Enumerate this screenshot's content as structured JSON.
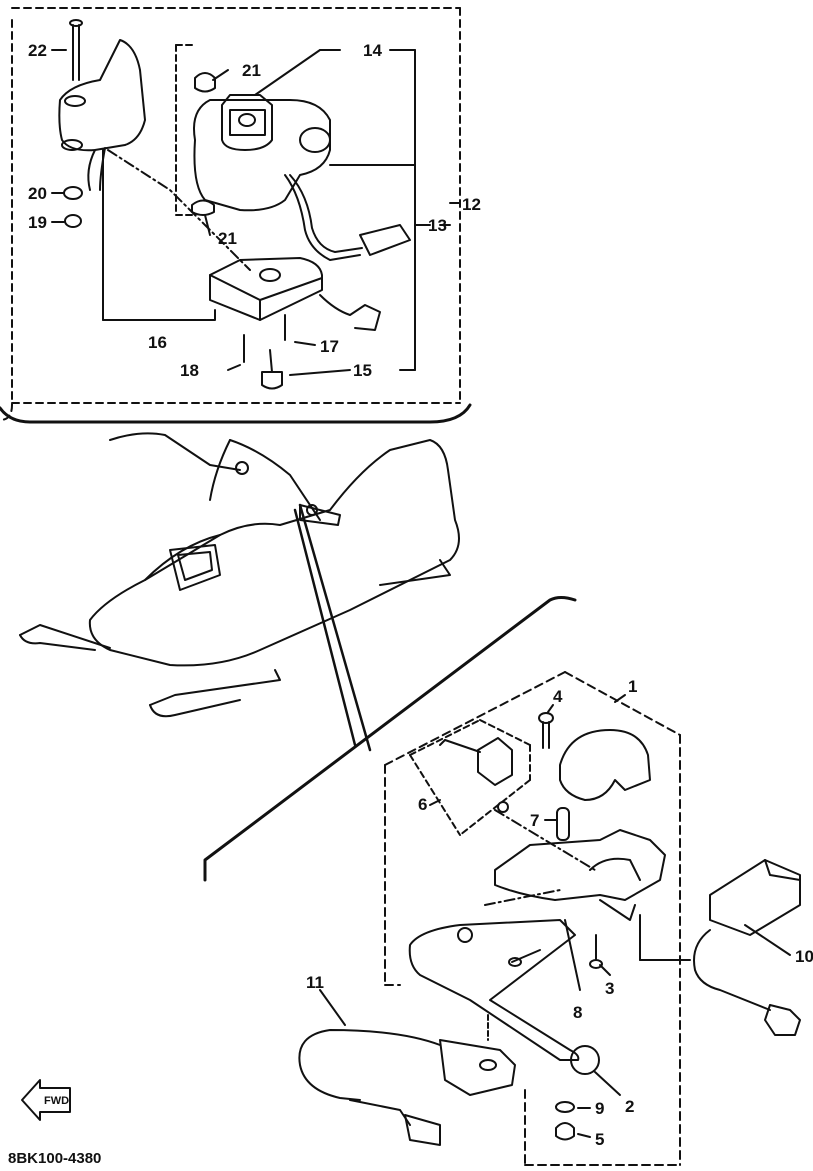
{
  "diagram": {
    "callouts": {
      "c1": "1",
      "c2": "2",
      "c3": "3",
      "c4": "4",
      "c5": "5",
      "c6": "6",
      "c7": "7",
      "c8": "8",
      "c9": "9",
      "c10": "10",
      "c11": "11",
      "c12": "12",
      "c13": "13",
      "c14": "14",
      "c15": "15",
      "c16": "16",
      "c17": "17",
      "c18": "18",
      "c19": "19",
      "c20": "20",
      "c21a": "21",
      "c21b": "21",
      "c22": "22"
    },
    "drawing_code": "8BK100-4380",
    "fwd_arrow_text": "FWD"
  }
}
